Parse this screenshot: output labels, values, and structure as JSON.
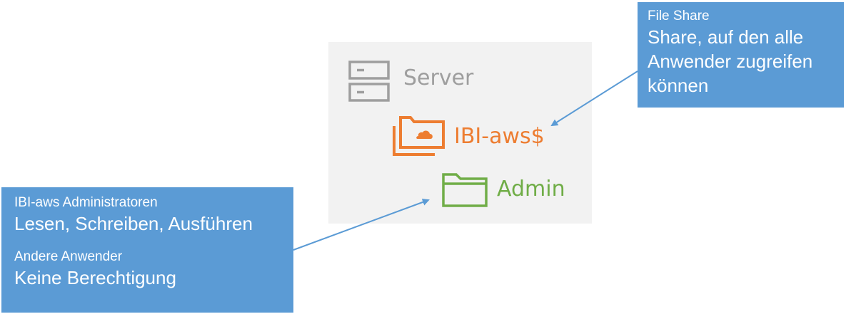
{
  "colors": {
    "panel_bg": "#f2f2f2",
    "server_gray": "#9e9e9e",
    "share_orange": "#ed7d31",
    "admin_green": "#70ad47",
    "callout_blue": "#5b9bd5"
  },
  "icons": {
    "server": "server-icon",
    "share": "cloud-folder-icon",
    "admin": "folder-icon"
  },
  "server": {
    "label": "Server"
  },
  "share": {
    "label": "IBI-aws$"
  },
  "admin": {
    "label": "Admin"
  },
  "share_callout": {
    "heading": "File Share",
    "lines": [
      "Share, auf den alle",
      "Anwender zugreifen",
      "können"
    ]
  },
  "perms_callout": {
    "group1_heading": "IBI-aws Administratoren",
    "group1_text": "Lesen, Schreiben, Ausführen",
    "group2_heading": "Andere Anwender",
    "group2_text": "Keine Berechtigung"
  }
}
